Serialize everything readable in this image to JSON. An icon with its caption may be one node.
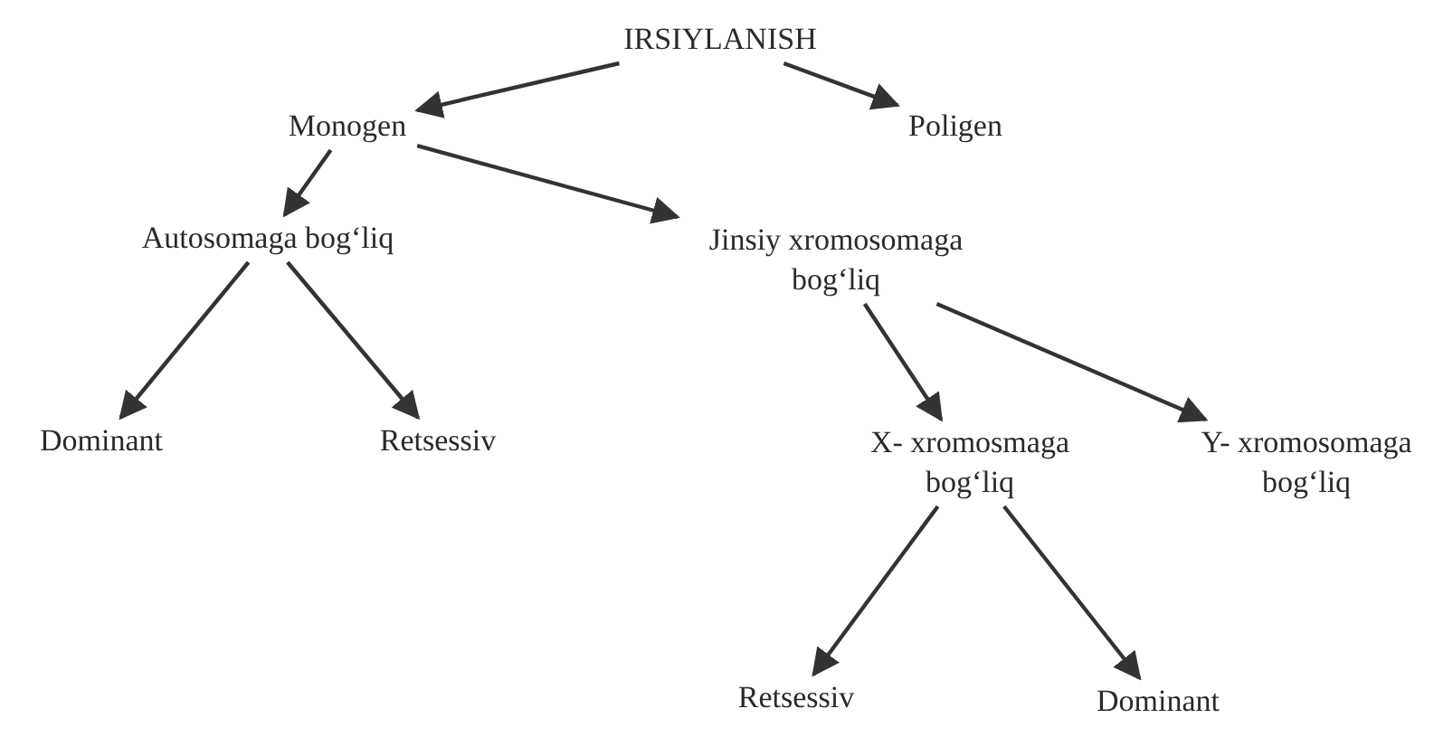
{
  "diagram": {
    "nodes": [
      {
        "text": [
          "IRSIYLANISH"
        ]
      },
      {
        "text": [
          "Monogen"
        ]
      },
      {
        "text": [
          "Poligen"
        ]
      },
      {
        "text": [
          "Autosomaga bog‘liq"
        ]
      },
      {
        "text": [
          "Jinsiy xromosomaga bog‘liq"
        ]
      },
      {
        "text": [
          "Dominant"
        ]
      },
      {
        "text": [
          "Retsessiv"
        ]
      },
      {
        "text": [
          "X- xromosmaga bog‘liq"
        ]
      },
      {
        "text": [
          "Y- xromosomaga bog‘liq"
        ]
      },
      {
        "text": [
          "Retsessiv"
        ]
      },
      {
        "text": [
          "Dominant"
        ]
      }
    ],
    "edges": [
      {
        "from": 0,
        "to": 1,
        "arrow": "to"
      },
      {
        "from": 0,
        "to": 2,
        "arrow": "to"
      },
      {
        "from": 1,
        "to": 3,
        "arrow": "to"
      },
      {
        "from": 1,
        "to": 4,
        "arrow": "to"
      },
      {
        "from": 3,
        "to": 5,
        "arrow": "to"
      },
      {
        "from": 3,
        "to": 6,
        "arrow": "to"
      },
      {
        "from": 4,
        "to": 7,
        "arrow": "to"
      },
      {
        "from": 4,
        "to": 8,
        "arrow": "to"
      },
      {
        "from": 7,
        "to": 9,
        "arrow": "to"
      },
      {
        "from": 7,
        "to": 10,
        "arrow": "to"
      }
    ]
  }
}
